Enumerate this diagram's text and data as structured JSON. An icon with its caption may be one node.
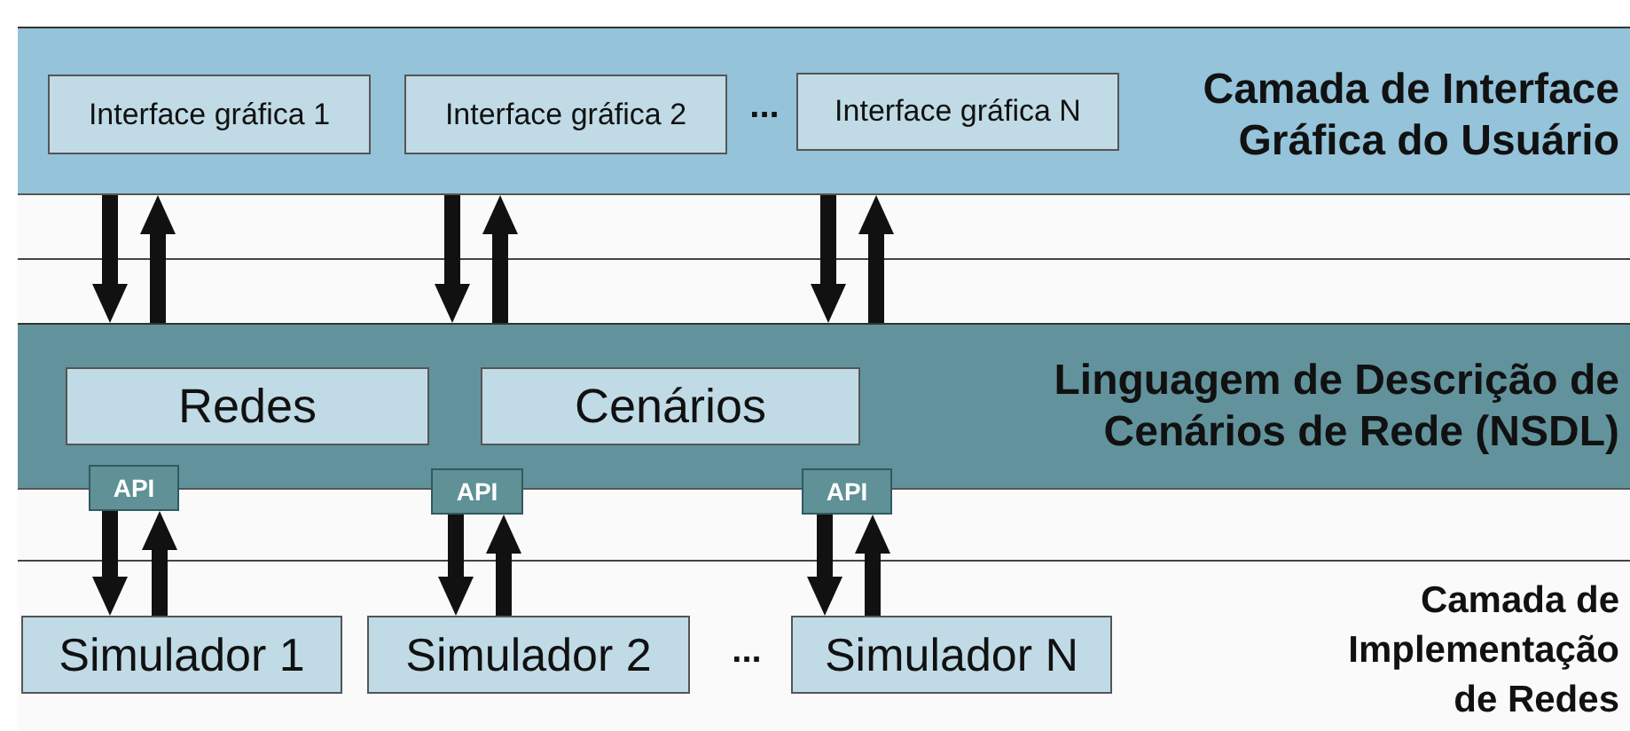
{
  "diagram": {
    "nodes": [
      {
        "text": [
          "Camada de Interface Gráfica do Usuário"
        ]
      },
      {
        "text": [
          "Interface gráfica 1"
        ],
        "in": 0
      },
      {
        "text": [
          "Interface gráfica 2"
        ],
        "in": 0
      },
      {
        "text": [
          "Interface gráfica N"
        ],
        "in": 0
      },
      {
        "text": [
          "Linguagem de Descrição de Cenários de Rede (NSDL)"
        ]
      },
      {
        "text": [
          "Redes"
        ],
        "in": 4
      },
      {
        "text": [
          "Cenários"
        ],
        "in": 4
      },
      {
        "text": [
          "API"
        ]
      },
      {
        "text": [
          "API"
        ]
      },
      {
        "text": [
          "API"
        ]
      },
      {
        "text": [
          "Simulador 1"
        ]
      },
      {
        "text": [
          "Simulador 2"
        ]
      },
      {
        "text": [
          "Simulador N"
        ]
      }
    ],
    "edges": [
      {
        "from": 0,
        "to": 4,
        "arrow": "to"
      },
      {
        "from": 4,
        "to": 0,
        "arrow": "to"
      },
      {
        "from": 0,
        "to": 4,
        "arrow": "to"
      },
      {
        "from": 4,
        "to": 0,
        "arrow": "to"
      },
      {
        "from": 0,
        "to": 4,
        "arrow": "to"
      },
      {
        "from": 4,
        "to": 0,
        "arrow": "to"
      },
      {
        "from": 7,
        "to": 10,
        "arrow": "to"
      },
      {
        "from": 10,
        "to": 7,
        "arrow": "to"
      },
      {
        "from": 8,
        "to": 11,
        "arrow": "to"
      },
      {
        "from": 11,
        "to": 8,
        "arrow": "to"
      },
      {
        "from": 9,
        "to": 12,
        "arrow": "to"
      },
      {
        "from": 12,
        "to": 9,
        "arrow": "to"
      }
    ],
    "labels": [
      "...",
      "Camada de Implementação de Redes",
      "..."
    ]
  }
}
